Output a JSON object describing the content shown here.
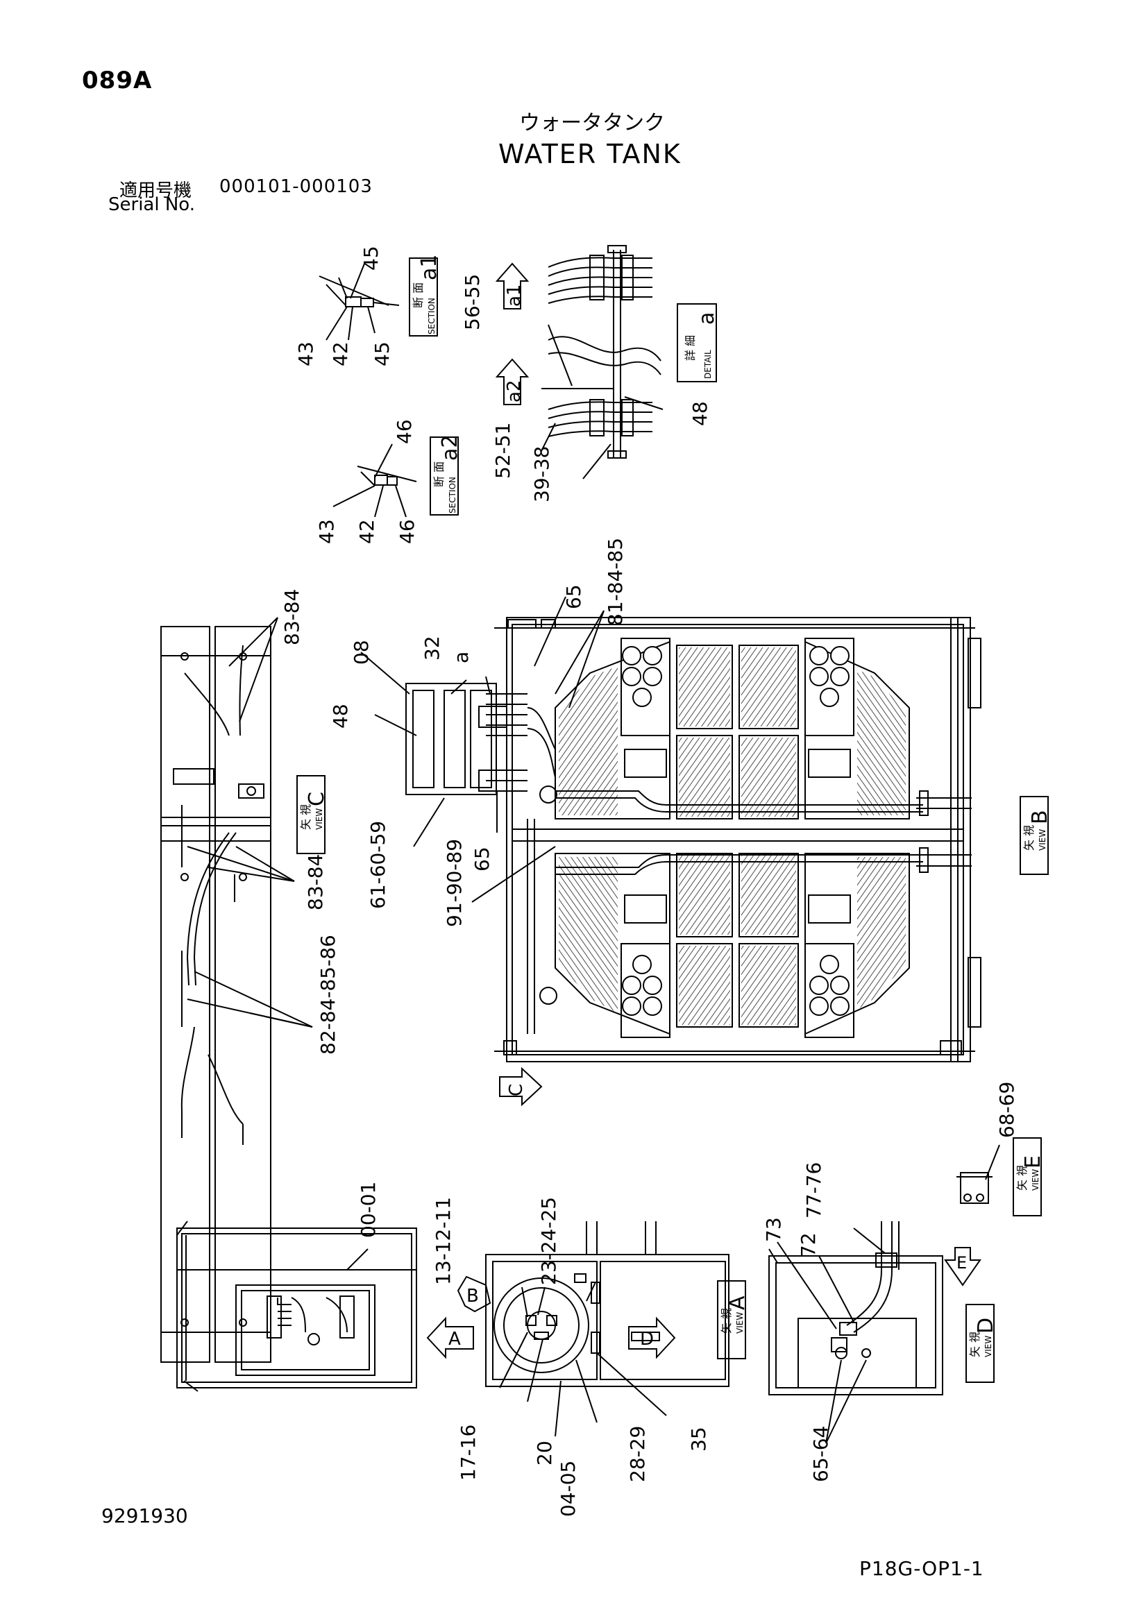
{
  "header": {
    "page_code": "089A",
    "title_jp": "ウォータタンク",
    "title_en": "WATER TANK",
    "serial_label_jp": "適用号機",
    "serial_range": "000101-000103",
    "serial_label_en": "Serial No."
  },
  "footer": {
    "drawing_number": "9291930",
    "page_reference": "P18G-OP1-1"
  },
  "views": {
    "section_a1": {
      "jp": "断 面",
      "en": "SECTION",
      "id": "a1"
    },
    "section_a2": {
      "jp": "断 面",
      "en": "SECTION",
      "id": "a2"
    },
    "detail_a": {
      "jp": "詳 細",
      "en": "DETAIL",
      "id": "a"
    },
    "view_c": {
      "jp": "矢 視",
      "en": "VIEW",
      "id": "C"
    },
    "view_b": {
      "jp": "矢 視",
      "en": "VIEW",
      "id": "B"
    },
    "view_e": {
      "jp": "矢 視",
      "en": "VIEW",
      "id": "E"
    },
    "view_a": {
      "jp": "矢 視",
      "en": "VIEW",
      "id": "A"
    },
    "view_d": {
      "jp": "矢 視",
      "en": "VIEW",
      "id": "D"
    }
  },
  "arrows": {
    "a1": "a1",
    "a2": "a2",
    "A": "A",
    "B": "B",
    "C": "C",
    "D": "D",
    "E": "E"
  },
  "callouts": {
    "s1_45_top": "45",
    "s1_43": "43",
    "s1_42": "42",
    "s1_45_bot": "45",
    "s2_46_top": "46",
    "s2_43": "43",
    "s2_42": "42",
    "s2_46_bot": "46",
    "d_56_55": "56-55",
    "d_48": "48",
    "d_52_51": "52-51",
    "d_39_38": "39-38",
    "c_83_84_top": "83-84",
    "c_83_84_mid": "83-84",
    "c_82_86": "82-84-85-86",
    "m_08": "08",
    "m_48": "48",
    "m_32": "32",
    "m_a": "a",
    "m_65_top": "65",
    "m_81_85": "81-84-85",
    "m_61_59": "61-60-59",
    "m_65_low": "65",
    "m_91_89": "91-90-89",
    "e_68_69": "68-69",
    "l_00_01": "00-01",
    "l_13_11": "13-12-11",
    "l_23_25": "23-24-25",
    "l_17_16": "17-16",
    "l_20": "20",
    "l_04_05": "04-05",
    "l_28_29": "28-29",
    "l_35": "35",
    "r_77_76": "77-76",
    "r_73": "73",
    "r_72": "72",
    "r_65_64": "65-64"
  },
  "icons": {
    "arrow-marker": "hollow block arrow",
    "fan-guard": "circle cluster"
  }
}
